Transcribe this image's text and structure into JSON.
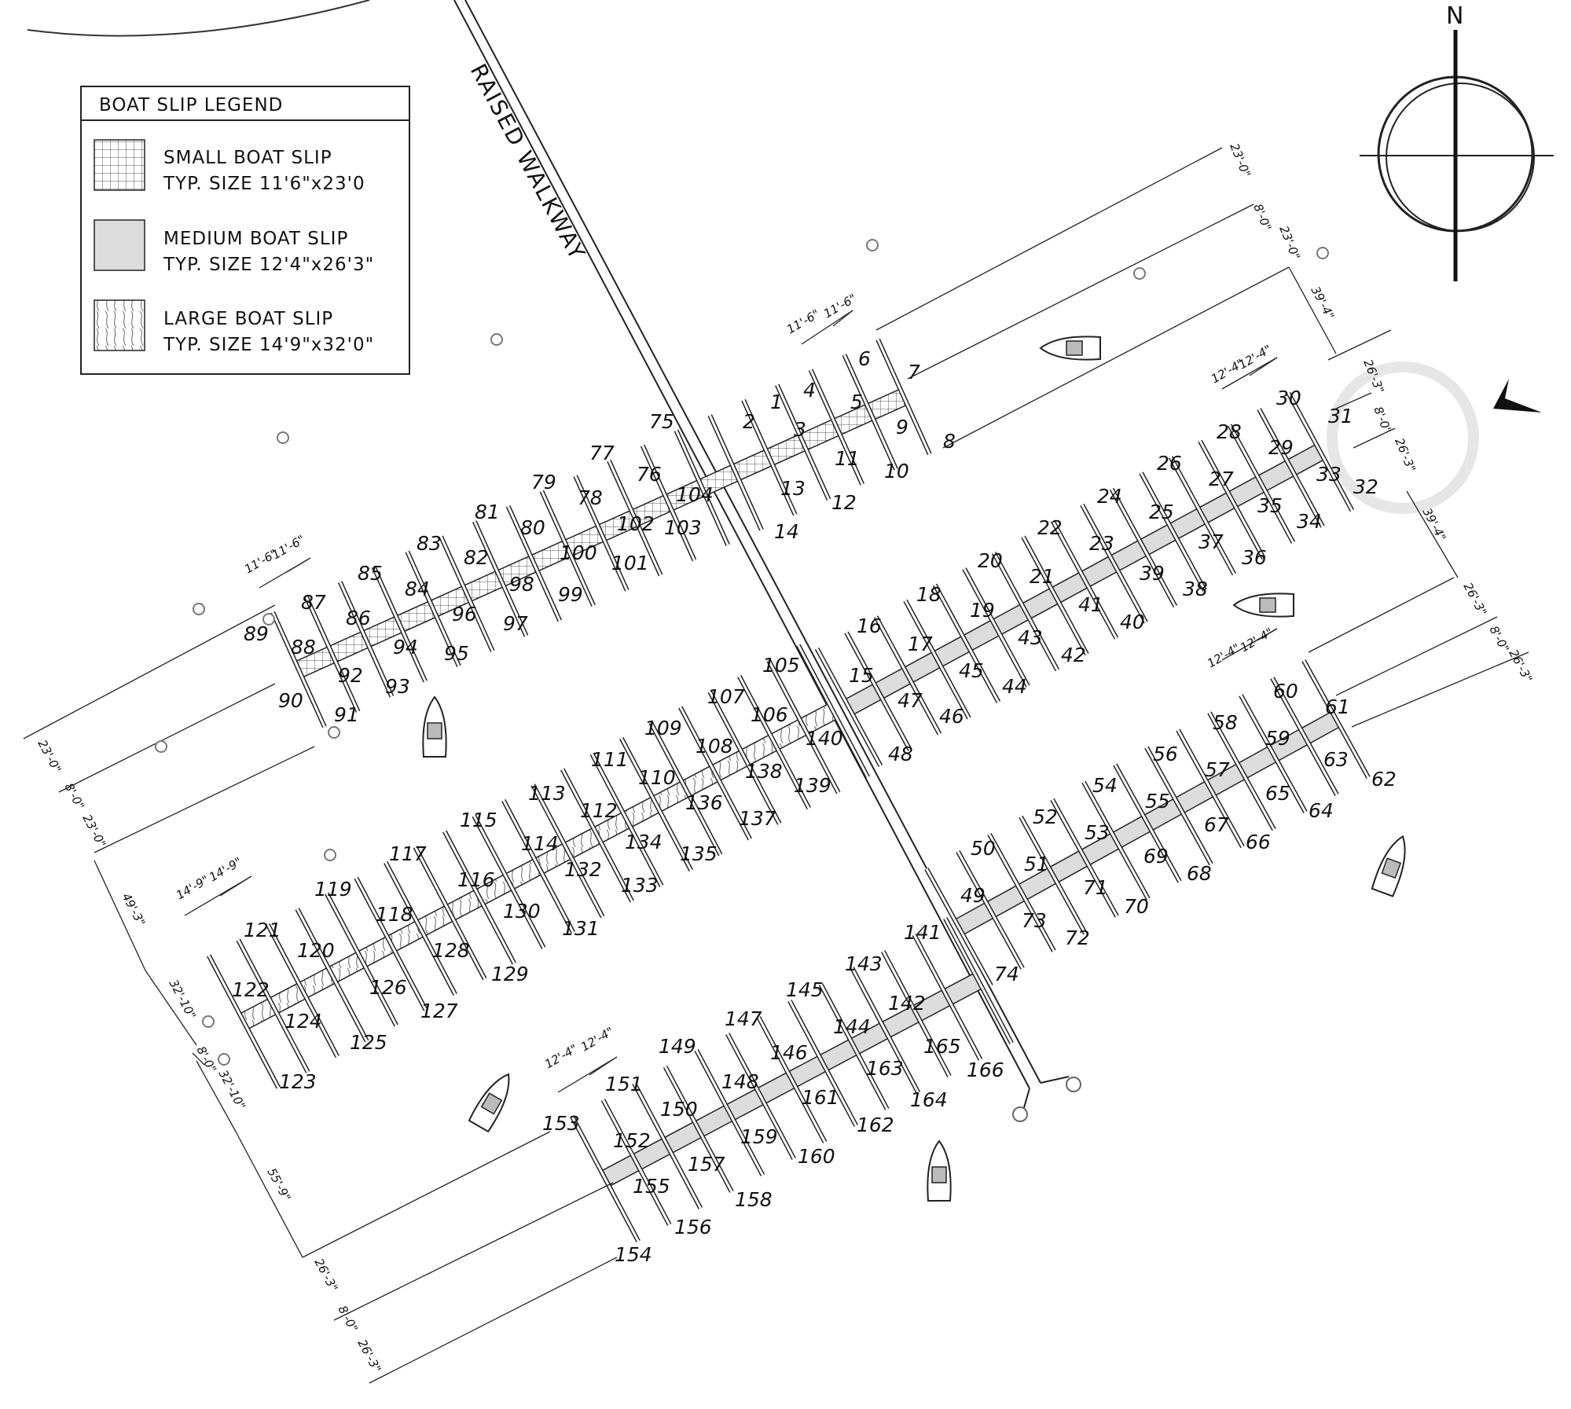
{
  "legend": {
    "title": "BOAT SLIP LEGEND",
    "small": {
      "line1": "SMALL BOAT SLIP",
      "line2": "TYP. SIZE 11'6\"x23'0"
    },
    "medium": {
      "line1": "MEDIUM BOAT SLIP",
      "line2": "TYP. SIZE 12'4\"x26'3\""
    },
    "large": {
      "line1": "LARGE BOAT SLIP",
      "line2": "TYP. SIZE 14'9\"x32'0\""
    }
  },
  "walkway_label": "RAISED WALKWAY",
  "compass": {
    "north_label": "N"
  },
  "colors": {
    "line": "#222222",
    "medium_fill": "#dcdcdc",
    "water": "#ffffff"
  },
  "docks": [
    {
      "id": "A",
      "top": [
        [
          "2",
          "4",
          "6"
        ],
        [
          "75",
          "77",
          "79",
          "81",
          "83",
          "85",
          "87",
          "89"
        ]
      ],
      "bottom": [
        [
          "3",
          "5",
          "9"
        ],
        [
          "1",
          "13",
          "12",
          "11",
          "10"
        ]
      ]
    },
    {
      "id": "B",
      "top": [
        [
          "16",
          "18",
          "20",
          "22",
          "24",
          "26",
          "28",
          "30",
          "31"
        ]
      ],
      "bottom": [
        [
          "15",
          "17",
          "19",
          "21",
          "23",
          "25",
          "27",
          "29",
          "33",
          "32"
        ]
      ]
    },
    {
      "id": "C",
      "top": [
        [
          "50",
          "52",
          "54",
          "56",
          "58",
          "60",
          "61",
          "62"
        ]
      ],
      "bottom": [
        [
          "49",
          "51",
          "53",
          "55",
          "57",
          "59",
          "63"
        ]
      ]
    },
    {
      "id": "D",
      "top": [
        [
          "105",
          "107",
          "109",
          "111",
          "113",
          "115",
          "117",
          "119",
          "121",
          "122"
        ]
      ],
      "bottom": [
        [
          "140",
          "106",
          "108",
          "110",
          "112",
          "114",
          "116",
          "118",
          "120",
          "123"
        ]
      ]
    },
    {
      "id": "E",
      "top": [
        [
          "141",
          "143",
          "145",
          "147",
          "149",
          "151",
          "153"
        ]
      ],
      "bottom": [
        [
          "74",
          "142",
          "144",
          "146",
          "148",
          "150",
          "152",
          "154"
        ]
      ]
    }
  ],
  "slip_labels": [
    "1",
    "2",
    "3",
    "4",
    "5",
    "6",
    "7",
    "8",
    "9",
    "10",
    "11",
    "12",
    "13",
    "14",
    "15",
    "16",
    "17",
    "18",
    "19",
    "20",
    "21",
    "22",
    "23",
    "24",
    "25",
    "26",
    "27",
    "28",
    "29",
    "30",
    "31",
    "32",
    "33",
    "34",
    "35",
    "36",
    "37",
    "38",
    "39",
    "40",
    "41",
    "42",
    "43",
    "44",
    "45",
    "46",
    "47",
    "48",
    "49",
    "50",
    "51",
    "52",
    "53",
    "54",
    "55",
    "56",
    "57",
    "58",
    "59",
    "60",
    "61",
    "62",
    "63",
    "64",
    "65",
    "66",
    "67",
    "68",
    "69",
    "70",
    "71",
    "72",
    "73",
    "74",
    "75",
    "76",
    "77",
    "78",
    "79",
    "80",
    "81",
    "82",
    "83",
    "84",
    "85",
    "86",
    "87",
    "88",
    "89",
    "90",
    "91",
    "92",
    "93",
    "94",
    "95",
    "96",
    "97",
    "98",
    "99",
    "100",
    "101",
    "102",
    "103",
    "104",
    "105",
    "106",
    "107",
    "108",
    "109",
    "110",
    "111",
    "112",
    "113",
    "114",
    "115",
    "116",
    "117",
    "118",
    "119",
    "120",
    "121",
    "122",
    "123",
    "124",
    "125",
    "126",
    "127",
    "128",
    "129",
    "130",
    "131",
    "132",
    "133",
    "134",
    "135",
    "136",
    "137",
    "138",
    "139",
    "140",
    "141",
    "142",
    "143",
    "144",
    "145",
    "146",
    "147",
    "148",
    "149",
    "150",
    "151",
    "152",
    "153",
    "154",
    "155",
    "156",
    "157",
    "158",
    "159",
    "160",
    "161",
    "162",
    "163",
    "164",
    "165",
    "166"
  ],
  "dimensions": {
    "top_right": [
      "23'-0\"",
      "8'-0\"",
      "23'-0\"",
      "39'-4\"",
      "26'-3\"",
      "8'-0\"",
      "26'-3\"",
      "39'-4\""
    ],
    "right_mid": [
      "26'-3\"",
      "8'-0\"",
      "26'-3\""
    ],
    "left": [
      "23'-0\"",
      "8'-0\"",
      "23'-0\"",
      "49'-3\"",
      "32'-10\"",
      "8'-0\"",
      "32'-10\"",
      "55'-9\"",
      "26'-3\"",
      "8'-0\"",
      "26'-3\""
    ],
    "small_width": [
      "11'-6\"",
      "11'-6\""
    ],
    "medium_width": [
      "12'-4\"",
      "12'-4\""
    ],
    "large_width": [
      "14'-9\"",
      "14'-9\""
    ]
  }
}
